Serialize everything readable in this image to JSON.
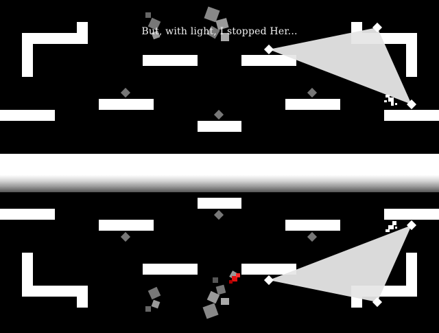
{
  "game": {
    "caption": "But, with light, I stopped Her...",
    "colors": {
      "background": "#000000",
      "platform": "#ffffff",
      "light_beam": "#e8e8e8",
      "gem": "#7a7a7a",
      "debris": "#8c8c8c",
      "player": "#e01010"
    },
    "entities": {
      "lamps": 2,
      "gems": 6,
      "player_marker": "red-player-sprite"
    }
  }
}
